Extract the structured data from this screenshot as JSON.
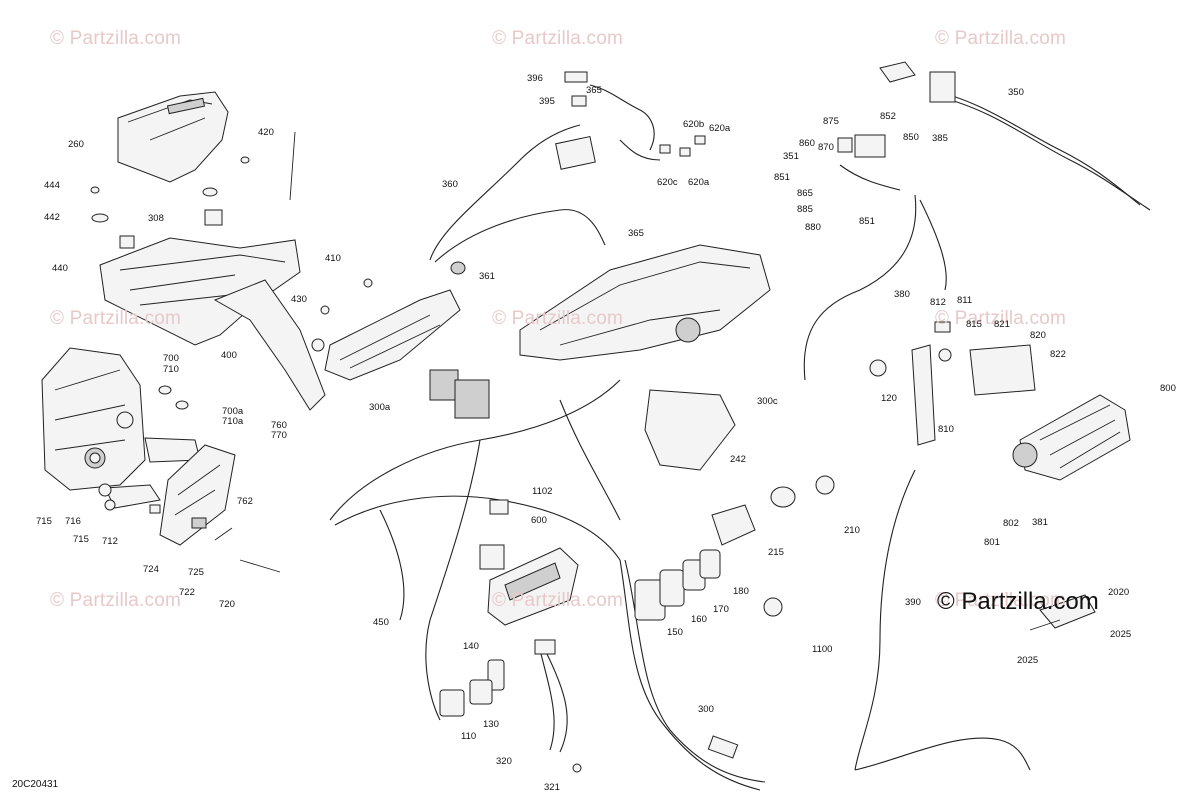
{
  "watermarks": [
    "© Partzilla.com",
    "© Partzilla.com",
    "© Partzilla.com",
    "© Partzilla.com",
    "© Partzilla.com",
    "© Partzilla.com",
    "© Partzilla.com",
    "© Partzilla.com",
    "© Partzilla.com"
  ],
  "brand_mark": "© Partzilla.com",
  "diagram_code": "20C20431",
  "callouts": [
    "396",
    "395",
    "365",
    "620b",
    "620a",
    "620c",
    "620a",
    "360",
    "365",
    "361",
    "875",
    "852",
    "860",
    "870",
    "850",
    "385",
    "351",
    "851",
    "865",
    "885",
    "880",
    "851",
    "350",
    "420",
    "260",
    "444",
    "442",
    "308",
    "440",
    "400",
    "410",
    "430",
    "300a",
    "300c",
    "380",
    "812",
    "811",
    "815",
    "821",
    "820",
    "822",
    "120",
    "700",
    "710",
    "700a",
    "710a",
    "760",
    "770",
    "762",
    "715",
    "716",
    "715",
    "712",
    "724",
    "725",
    "722",
    "720",
    "242",
    "1102",
    "600",
    "810",
    "800",
    "210",
    "215",
    "180",
    "170",
    "160",
    "150",
    "450",
    "1100",
    "390",
    "2020",
    "2025",
    "2025",
    "802",
    "381",
    "801",
    "140",
    "130",
    "110",
    "300",
    "320",
    "321"
  ],
  "icons": {
    "copyright": "copyright-icon"
  }
}
